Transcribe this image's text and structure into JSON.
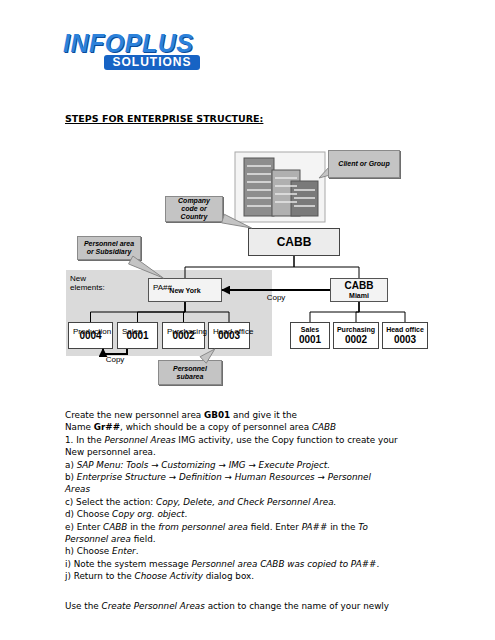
{
  "diagram": {
    "title": "STEPS FOR ENTERPRISE STRUCTURE:",
    "nodes": [
      {
        "text": [
          "Client or Group"
        ]
      },
      {
        "text": [
          "Company code or Country"
        ]
      },
      {
        "text": [
          "CABB"
        ]
      },
      {
        "text": [
          "Personnel area or Subsidiary"
        ]
      },
      {
        "text": [
          "New elements:"
        ]
      },
      {
        "text": [
          "PA##",
          "New York"
        ],
        "in": 4
      },
      {
        "text": [
          "CABB",
          "Miami"
        ]
      },
      {
        "text": [
          "Production",
          "0004"
        ],
        "in": 4
      },
      {
        "text": [
          "Sales",
          "0001"
        ],
        "in": 4
      },
      {
        "text": [
          "Purchasing",
          "0002"
        ],
        "in": 4
      },
      {
        "text": [
          "Head office",
          "0003"
        ],
        "in": 4
      },
      {
        "text": [
          "Sales",
          "0001"
        ]
      },
      {
        "text": [
          "Purchasing",
          "0002"
        ]
      },
      {
        "text": [
          "Head office",
          "0003"
        ]
      },
      {
        "text": [
          "Personnel subarea"
        ]
      }
    ],
    "edges": [
      {
        "from": 1,
        "to": 2,
        "arrow": "none"
      },
      {
        "from": 3,
        "to": 5,
        "arrow": "none"
      },
      {
        "from": 14,
        "to": 10,
        "arrow": "none"
      },
      {
        "from": 2,
        "to": 5,
        "arrow": "none"
      },
      {
        "from": 2,
        "to": 6,
        "arrow": "none"
      },
      {
        "from": 6,
        "to": 5,
        "label": "Copy",
        "arrow": "to"
      },
      {
        "from": 5,
        "to": 7,
        "arrow": "none"
      },
      {
        "from": 5,
        "to": 8,
        "arrow": "none"
      },
      {
        "from": 5,
        "to": 9,
        "arrow": "none"
      },
      {
        "from": 5,
        "to": 10,
        "arrow": "none"
      },
      {
        "from": 6,
        "to": 11,
        "arrow": "none"
      },
      {
        "from": 6,
        "to": 12,
        "arrow": "none"
      },
      {
        "from": 6,
        "to": 13,
        "arrow": "none"
      },
      {
        "from": 8,
        "to": 7,
        "label": "Copy",
        "arrow": "to"
      }
    ],
    "labels": [
      "INFOPLUS",
      "SOLUTIONS",
      "Create the new personnel area",
      "GB01",
      "and give it the",
      "Name",
      "Gr##",
      ", which should be a copy of personnel area",
      "CABB",
      "1. In the",
      "Personnel Areas",
      "IMG activity, use the Copy function to create your",
      "New personnel area.",
      "a)",
      "SAP Menu: Tools → Customizing → IMG → Execute Project.",
      "b)",
      "Enterprise Structure → Definition → Human Resources → Personnel",
      "Areas",
      "c) Select the action:",
      "Copy, Delete, and Check Personnel Area.",
      "d) Choose",
      "Copy org. object",
      ".",
      "e) Enter",
      "CABB",
      "in the",
      "from personnel area",
      "field. Enter",
      "PA##",
      "in the",
      "To",
      "Personnel area",
      "field.",
      "h) Choose",
      "Enter",
      ".",
      "i) Note the system message",
      "Personnel area CABB was copied to PA##",
      ".",
      "j) Return to the",
      "Choose Activity",
      "dialog box.",
      "Use the",
      "Create Personnel Areas",
      "action to change the name of your newly"
    ]
  }
}
